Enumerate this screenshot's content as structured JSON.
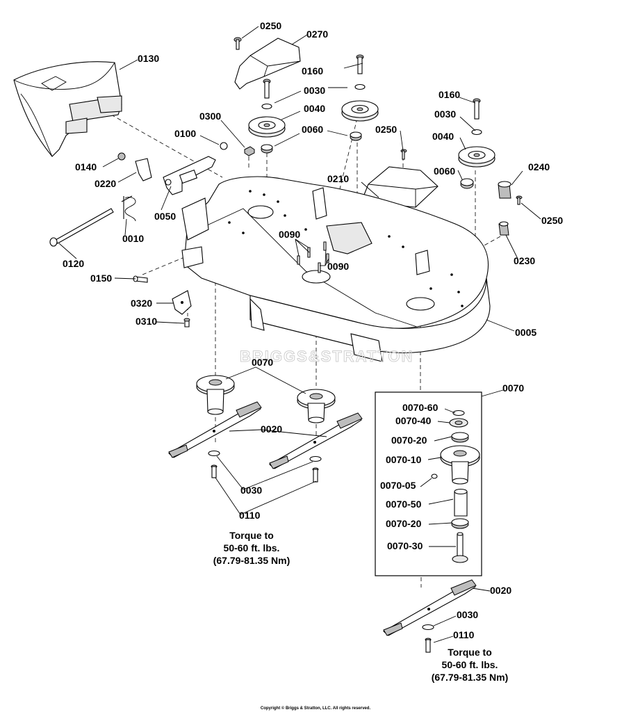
{
  "callouts": {
    "c0005": "0005",
    "c0010": "0010",
    "c0020a": "0020",
    "c0020b": "0020",
    "c0030a": "0030",
    "c0030b": "0030",
    "c0030c": "0030",
    "c0030d": "0030",
    "c0040a": "0040",
    "c0040b": "0040",
    "c0050": "0050",
    "c0060a": "0060",
    "c0060b": "0060",
    "c0070a": "0070",
    "c0070b": "0070",
    "c0090a": "0090",
    "c0090b": "0090",
    "c0100": "0100",
    "c0110a": "0110",
    "c0110b": "0110",
    "c0120": "0120",
    "c0130": "0130",
    "c0140": "0140",
    "c0150": "0150",
    "c0160a": "0160",
    "c0160b": "0160",
    "c0210": "0210",
    "c0220": "0220",
    "c0230": "0230",
    "c0240": "0240",
    "c0250a": "0250",
    "c0250b": "0250",
    "c0250c": "0250",
    "c0270": "0270",
    "c0300": "0300",
    "c0310": "0310",
    "c0320": "0320",
    "k60": "0070-60",
    "k40": "0070-40",
    "k20a": "0070-20",
    "k10": "0070-10",
    "k05": "0070-05",
    "k50": "0070-50",
    "k20b": "0070-20",
    "k30": "0070-30"
  },
  "torque_note_1": {
    "line1": "Torque to",
    "line2": "50-60 ft. lbs.",
    "line3": "(67.79-81.35 Nm)"
  },
  "torque_note_2": {
    "line1": "Torque to",
    "line2": "50-60 ft. lbs.",
    "line3": "(67.79-81.35 Nm)"
  },
  "watermark": "BRIGGS&STRATTON",
  "copyright": "Copyright © Briggs & Stratton, LLC. All rights reserved."
}
